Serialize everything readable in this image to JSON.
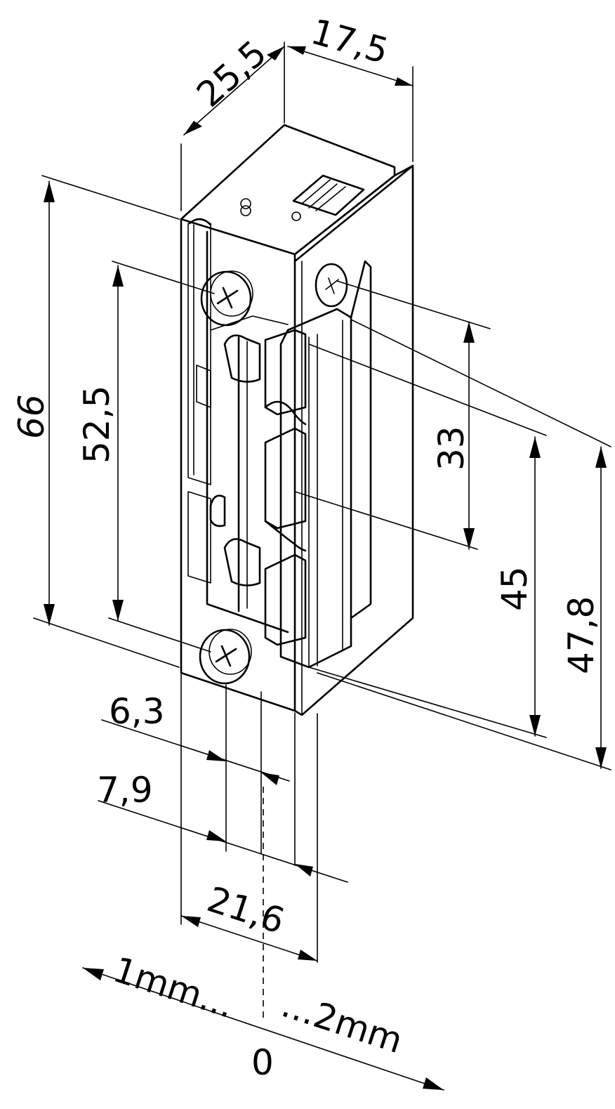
{
  "dimensions": {
    "depth": "25,5",
    "faceplate_width": "17,5",
    "overall_height": "66",
    "screw_spacing": "52,5",
    "latch_height": "33",
    "opening_height": "45",
    "faceplate_height": "47,8",
    "offset_a": "6,3",
    "offset_b": "7,9",
    "overall_width": "21,6"
  },
  "adjustment": {
    "left_label": "1mm...",
    "right_label": "...2mm",
    "zero_label": "0"
  }
}
